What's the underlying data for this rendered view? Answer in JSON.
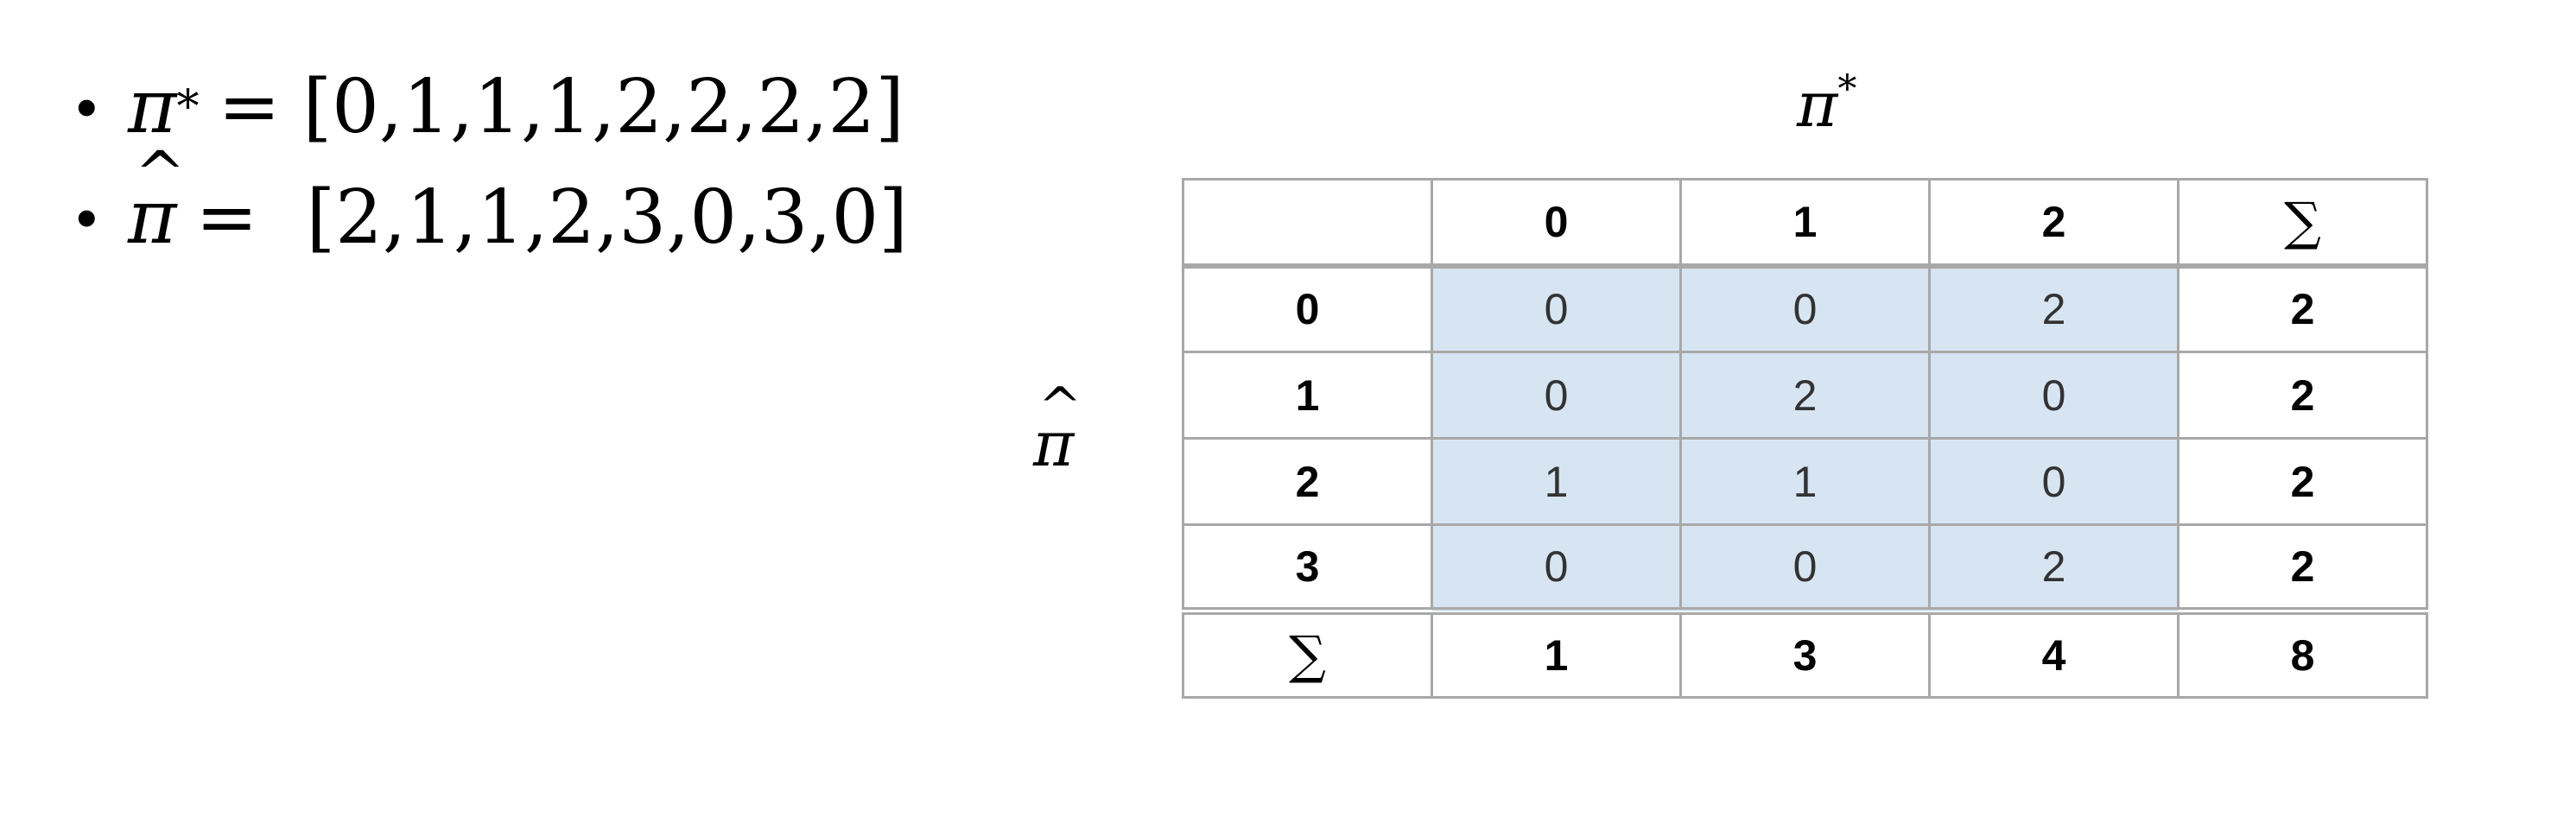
{
  "bullets": [
    {
      "symbol": "π",
      "superscript": "*",
      "equals": "=",
      "vector": "[0,1,1,1,2,2,2,2]"
    },
    {
      "symbol": "π",
      "hat": "^",
      "equals": "=",
      "vector": "[2,1,1,2,3,0,3,0]"
    }
  ],
  "table": {
    "column_title": {
      "symbol": "π",
      "superscript": "*"
    },
    "row_title": {
      "symbol": "π",
      "hat": "^"
    },
    "corner": "",
    "column_headers": [
      "0",
      "1",
      "2",
      "∑"
    ],
    "rows": [
      {
        "label": "0",
        "cells": [
          "0",
          "0",
          "2"
        ],
        "total": "2"
      },
      {
        "label": "1",
        "cells": [
          "0",
          "2",
          "0"
        ],
        "total": "2"
      },
      {
        "label": "2",
        "cells": [
          "1",
          "1",
          "0"
        ],
        "total": "2"
      },
      {
        "label": "3",
        "cells": [
          "0",
          "0",
          "2"
        ],
        "total": "2"
      }
    ],
    "totals_row": {
      "label": "∑",
      "values": [
        "1",
        "3",
        "4"
      ],
      "grand_total": "8"
    },
    "colors": {
      "cell_fill": "#d7e4f2",
      "border": "#a8a8a8"
    }
  }
}
